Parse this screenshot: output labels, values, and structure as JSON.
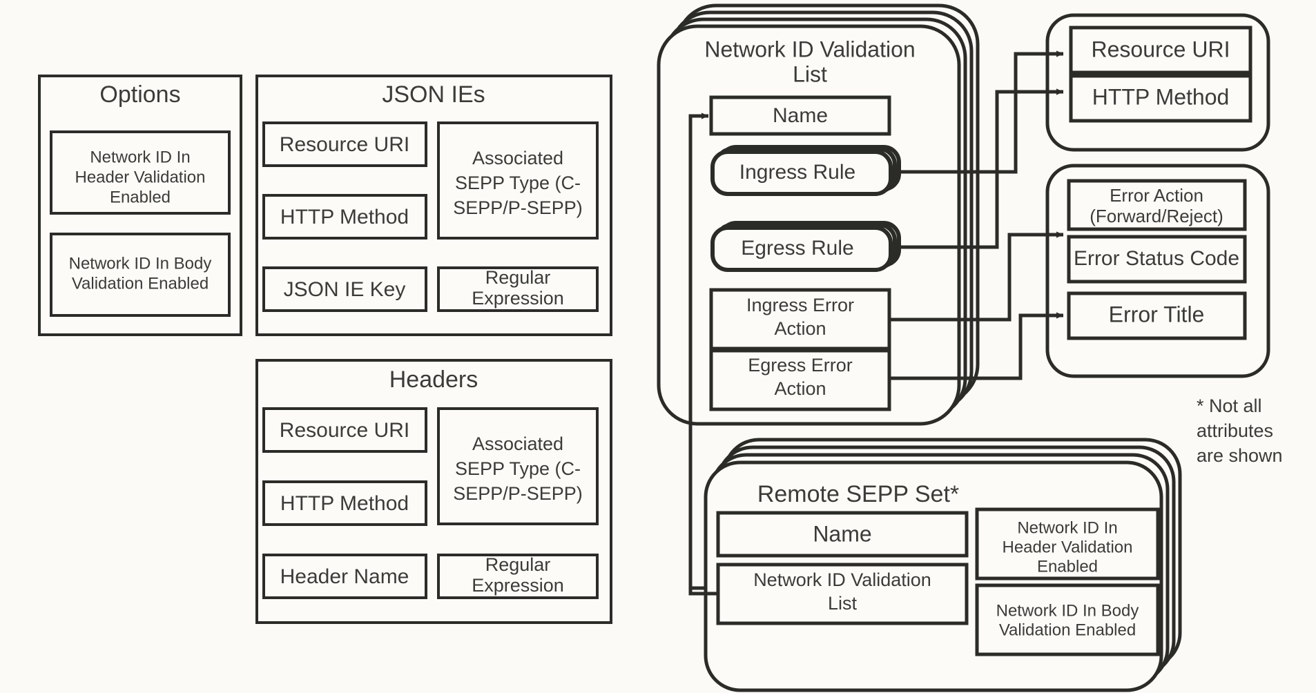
{
  "diagram": {
    "background_color": "#FBFAF7",
    "line_color": "#2B2B28",
    "text_color": "#3B3B38",
    "footnote": {
      "line1": "* Not all",
      "line2": "attributes",
      "line3": "are shown"
    }
  },
  "options_group": {
    "title": "Options",
    "items": [
      {
        "line1": "Network ID In",
        "line2": "Header Validation",
        "line3": "Enabled"
      },
      {
        "line1": "Network ID In Body",
        "line2": "Validation Enabled"
      }
    ]
  },
  "json_ies_group": {
    "title": "JSON IEs",
    "left_items": [
      {
        "label": "Resource URI"
      },
      {
        "label": "HTTP Method"
      },
      {
        "label": "JSON IE Key"
      }
    ],
    "right_items": [
      {
        "line1": "Associated",
        "line2": "SEPP Type (C-",
        "line3": "SEPP/P-SEPP)"
      },
      {
        "line1": "Regular",
        "line2": "Expression"
      }
    ]
  },
  "headers_group": {
    "title": "Headers",
    "left_items": [
      {
        "label": "Resource URI"
      },
      {
        "label": "HTTP Method"
      },
      {
        "label": "Header Name"
      }
    ],
    "right_items": [
      {
        "line1": "Associated",
        "line2": "SEPP Type (C-",
        "line3": "SEPP/P-SEPP)"
      },
      {
        "line1": "Regular",
        "line2": "Expression"
      }
    ]
  },
  "network_id_validation_list": {
    "title_line1": "Network ID Validation",
    "title_line2": "List",
    "stacked": true,
    "items": [
      {
        "label": "Name",
        "style": "plain"
      },
      {
        "label": "Ingress Rule",
        "style": "stacked-rounded"
      },
      {
        "label": "Egress Rule",
        "style": "stacked-rounded"
      },
      {
        "line1": "Ingress Error",
        "line2": "Action",
        "style": "plain"
      },
      {
        "line1": "Egress Error",
        "line2": "Action",
        "style": "plain"
      }
    ]
  },
  "rule_target_group": {
    "items": [
      {
        "label": "Resource URI"
      },
      {
        "label": "HTTP Method"
      }
    ]
  },
  "error_target_group": {
    "items": [
      {
        "line1": "Error Action",
        "line2": "(Forward/Reject)"
      },
      {
        "line1": "Error Status Code"
      },
      {
        "line1": "Error Title"
      }
    ]
  },
  "remote_sepp_set": {
    "title": "Remote SEPP Set*",
    "stacked": true,
    "left_items": [
      {
        "label": "Name"
      },
      {
        "line1": "Network ID Validation",
        "line2": "List"
      }
    ],
    "right_items": [
      {
        "line1": "Network ID In",
        "line2": "Header Validation",
        "line3": "Enabled"
      },
      {
        "line1": "Network ID In Body",
        "line2": "Validation Enabled"
      }
    ]
  }
}
